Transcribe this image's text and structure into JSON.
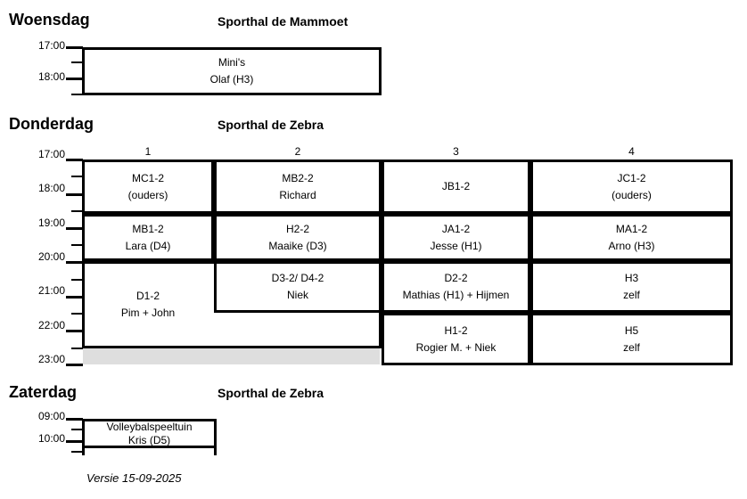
{
  "colors": {
    "grid": "#000000",
    "closed_band": "#dedede",
    "background": "#ffffff",
    "text": "#000000"
  },
  "woensdag": {
    "day": "Woensdag",
    "hall": "Sporthal de Mammoet",
    "times": [
      "17:00",
      "18:00"
    ],
    "block": {
      "team": "Mini's",
      "trainer": "Olaf (H3)"
    }
  },
  "donderdag": {
    "day": "Donderdag",
    "hall": "Sporthal de Zebra",
    "times": [
      "17:00",
      "18:00",
      "19:00",
      "20:00",
      "21:00",
      "22:00",
      "23:00"
    ],
    "courts": [
      "1",
      "2",
      "3",
      "4"
    ],
    "blocks": [
      {
        "court": "1",
        "team": "MC1-2",
        "trainer": "(ouders)"
      },
      {
        "court": "2",
        "team": "MB2-2",
        "trainer": "Richard"
      },
      {
        "court": "3",
        "team": "JB1-2",
        "trainer": ""
      },
      {
        "court": "4",
        "team": "JC1-2",
        "trainer": "(ouders)"
      },
      {
        "court": "1",
        "team": "MB1-2",
        "trainer": "Lara (D4)"
      },
      {
        "court": "2",
        "team": "H2-2",
        "trainer": "Maaike (D3)"
      },
      {
        "court": "3",
        "team": "JA1-2",
        "trainer": "Jesse (H1)"
      },
      {
        "court": "4",
        "team": "MA1-2",
        "trainer": "Arno (H3)"
      },
      {
        "court": "1",
        "team": "D1-2",
        "trainer": "Pim + John"
      },
      {
        "court": "2",
        "team": "D3-2/ D4-2",
        "trainer": "Niek"
      },
      {
        "court": "3",
        "team": "D2-2",
        "trainer": "Mathias (H1) + Hijmen"
      },
      {
        "court": "4",
        "team": "H3",
        "trainer": "zelf"
      },
      {
        "court": "3",
        "team": "H1-2",
        "trainer": "Rogier M. + Niek"
      },
      {
        "court": "4",
        "team": "H5",
        "trainer": "zelf"
      }
    ]
  },
  "zaterdag": {
    "day": "Zaterdag",
    "hall": "Sporthal de Zebra",
    "times": [
      "09:00",
      "10:00"
    ],
    "block": {
      "team": "Volleybalspeeltuin",
      "trainer": "Kris (D5)"
    }
  },
  "footer": {
    "version": "Versie 15-09-2025"
  }
}
